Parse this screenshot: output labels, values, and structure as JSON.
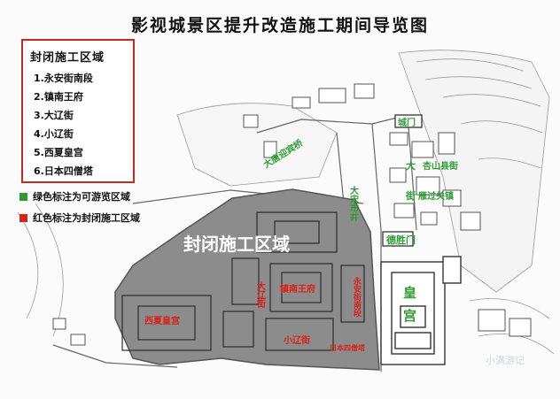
{
  "title": "影视城景区提升改造施工期间导览图",
  "legend": {
    "title": "封闭施工区域",
    "items": [
      "1.永安街南段",
      "2.镇南王府",
      "3.大辽街",
      "4.小辽街",
      "5.西夏皇宫",
      "6.日本四僧塔"
    ]
  },
  "notes": {
    "green": "绿色标注为可游览区域",
    "red": "红色标注为封闭施工区域"
  },
  "colors": {
    "green": "#2e9b32",
    "red": "#d8231d",
    "closed_area": "#8c8c8c",
    "legend_border": "#c8281e"
  },
  "map_labels": {
    "closed_zone": "封闭施工区域",
    "datang": "大唐迎宾桥",
    "chengmen": "城门",
    "da": "大",
    "xingshan": "杏山县街",
    "jie": "街",
    "yanguozhen": "雁过关镇",
    "dasong": "大宋市井",
    "desheng": "德胜门",
    "huang": "皇",
    "gong": "宫",
    "daliao": "大辽街",
    "zhennan": "镇南王府",
    "yongan": "永安街南段",
    "xixia": "西夏皇宫",
    "xiaoliao": "小辽街",
    "sengta": "日本四僧塔"
  },
  "watermark": "小满游记"
}
